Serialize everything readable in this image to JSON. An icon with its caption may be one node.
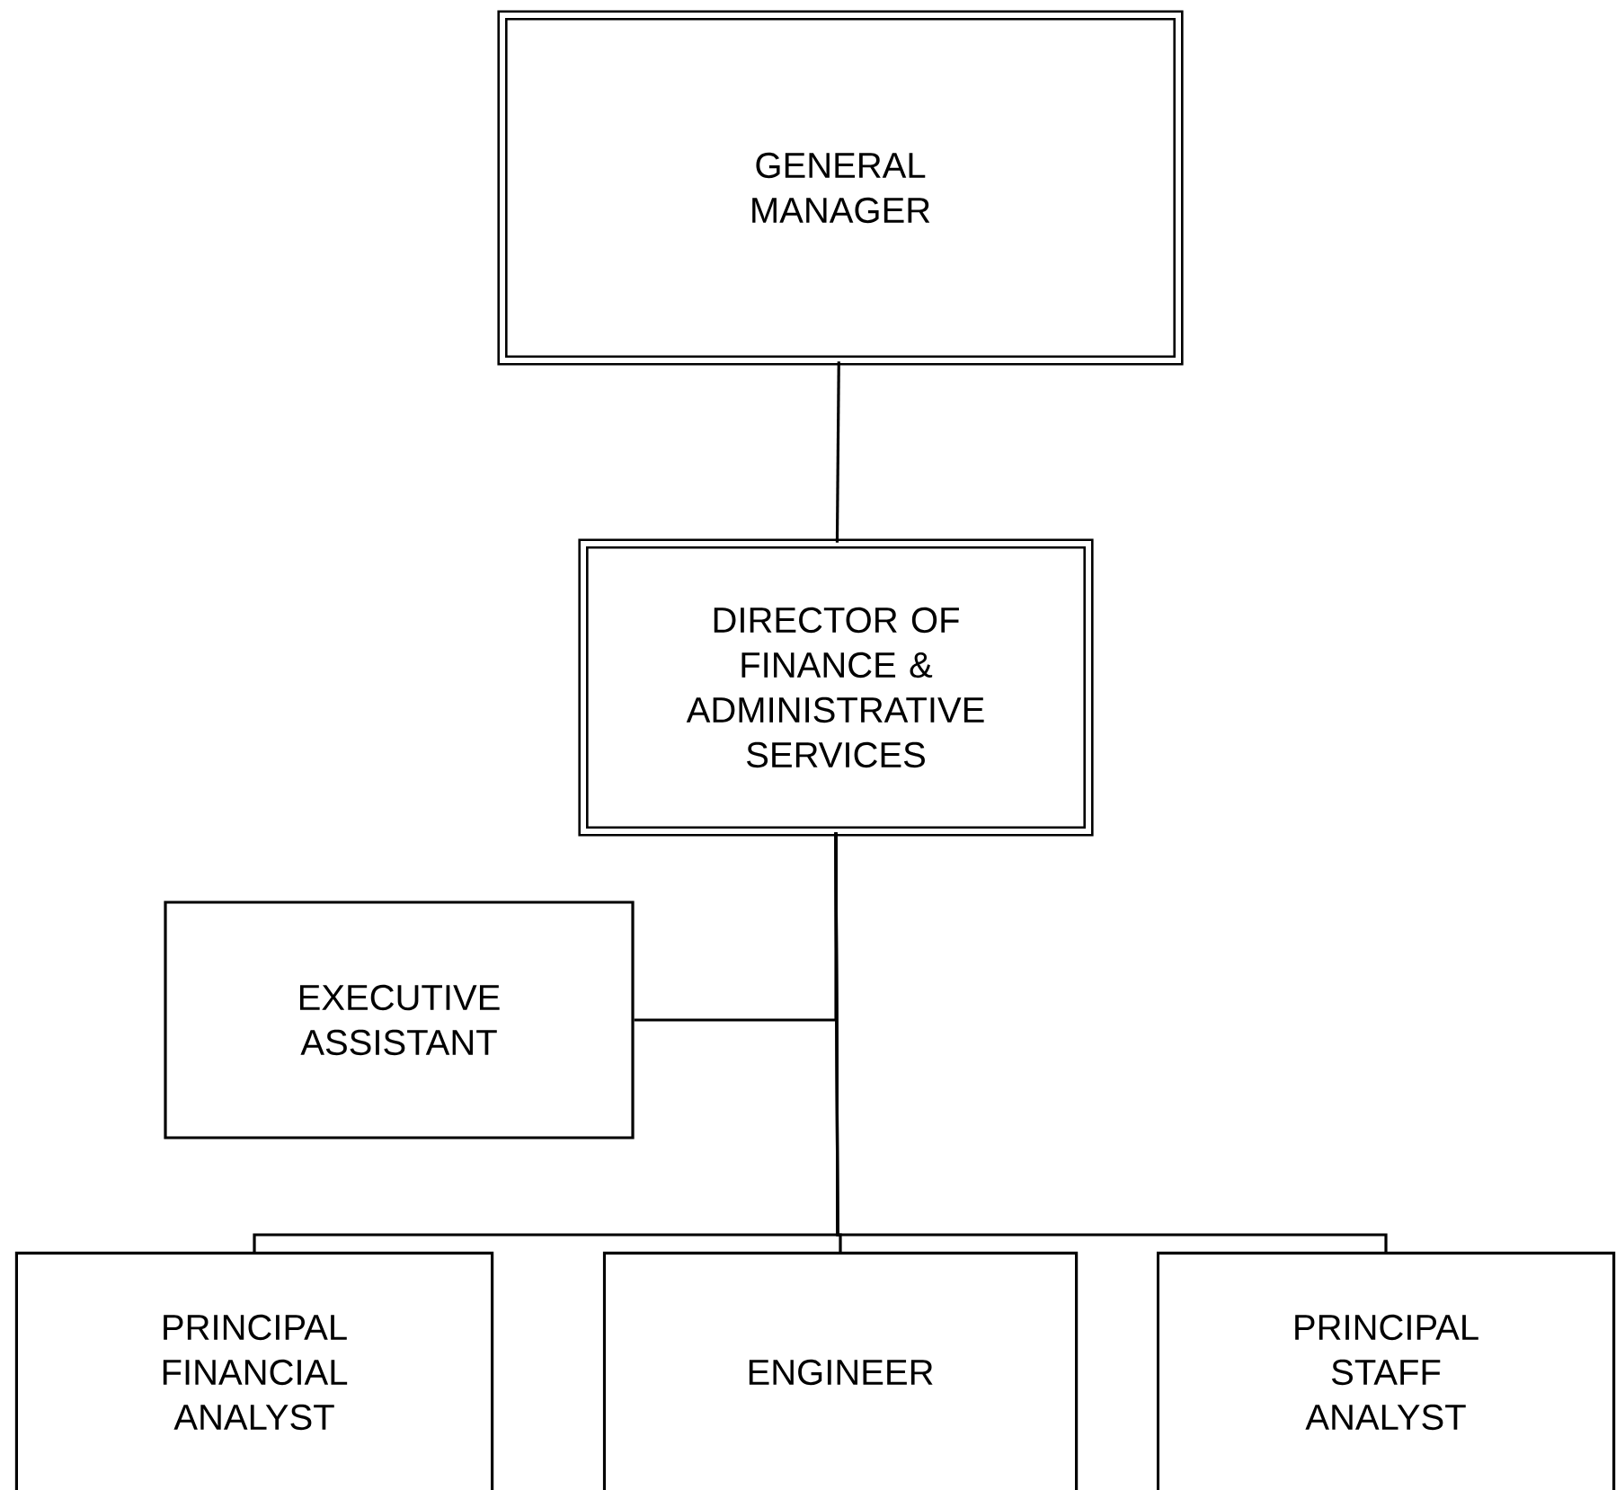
{
  "diagram": {
    "nodes": [
      {
        "text": [
          "GENERAL MANAGER"
        ]
      },
      {
        "text": [
          "DIRECTOR OF FINANCE & ADMINISTRATIVE SERVICES"
        ]
      },
      {
        "text": [
          "EXECUTIVE ASSISTANT"
        ]
      },
      {
        "text": [
          "PRINCIPAL FINANCIAL ANALYST"
        ]
      },
      {
        "text": [
          "ENGINEER"
        ]
      },
      {
        "text": [
          "PRINCIPAL STAFF ANALYST"
        ]
      }
    ],
    "edges": [
      {
        "from": 0,
        "to": 1,
        "arrow": "none"
      },
      {
        "from": 1,
        "to": 2,
        "arrow": "none"
      },
      {
        "from": 1,
        "to": 3,
        "arrow": "none"
      },
      {
        "from": 1,
        "to": 4,
        "arrow": "none"
      },
      {
        "from": 1,
        "to": 5,
        "arrow": "none"
      }
    ]
  }
}
